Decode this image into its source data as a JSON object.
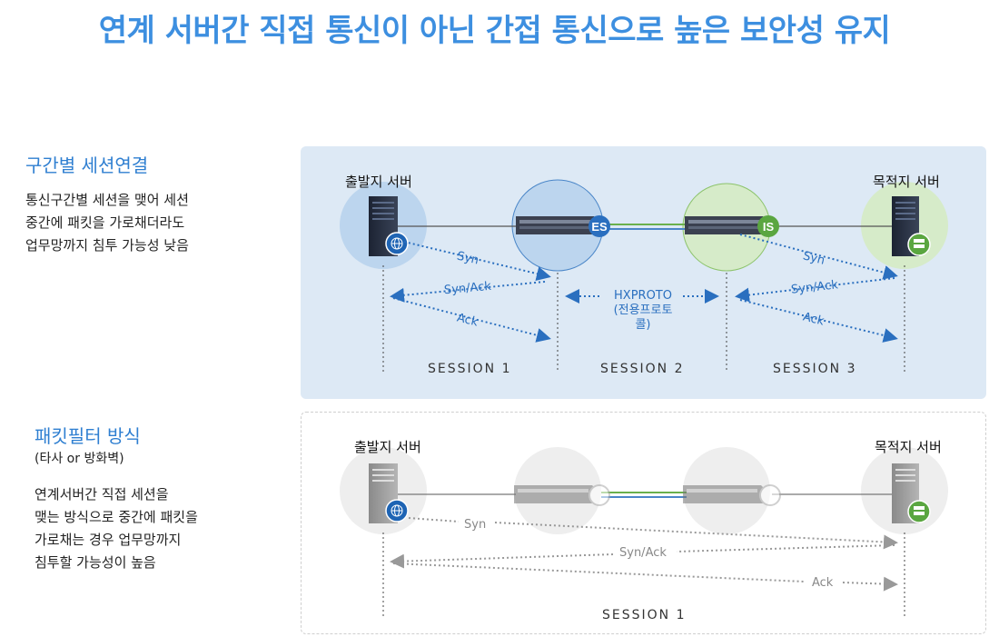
{
  "page_title": "연계 서버간 직접 통신이 아닌 간접 통신으로 높은 보안성 유지",
  "section1": {
    "title": "구간별 세션연결",
    "description": "통신구간별 세션을 맺어 세션\n중간에 패킷을 가로채더라도\n업무망까지 침투 가능성 낮음",
    "source_label": "출발지 서버",
    "dest_label": "목적지 서버",
    "es_badge": "ES",
    "is_badge": "IS",
    "msg_syn": "Syn",
    "msg_synack": "Syn/Ack",
    "msg_ack": "Ack",
    "msg_syn_r": "Syn",
    "msg_synack_r": "Syn/Ack",
    "msg_ack_r": "Ack",
    "protocol_line1": "HXPROTO",
    "protocol_line2": "(전용프로토",
    "protocol_line3": "콜)",
    "session1": "SESSION 1",
    "session2": "SESSION 2",
    "session3": "SESSION 3"
  },
  "section2": {
    "title": "패킷필터 방식",
    "subtitle": "(타사 or 방화벽)",
    "description": "연계서버간 직접 세션을\n맺는 방식으로 중간에 패킷을\n가로채는 경우 업무망까지\n침투할 가능성이 높음",
    "source_label": "출발지 서버",
    "dest_label": "목적지 서버",
    "msg_syn": "Syn",
    "msg_synack": "Syn/Ack",
    "msg_ack": "Ack",
    "session1": "SESSION 1"
  },
  "colors": {
    "title": "#3d8fe0",
    "accent_blue": "#2a6fbf",
    "panel_bg": "#dde9f5",
    "green": "#6ab04c",
    "gray_text": "#888888"
  },
  "icons": [
    "server-icon",
    "globe-icon",
    "database-icon",
    "appliance-icon"
  ]
}
